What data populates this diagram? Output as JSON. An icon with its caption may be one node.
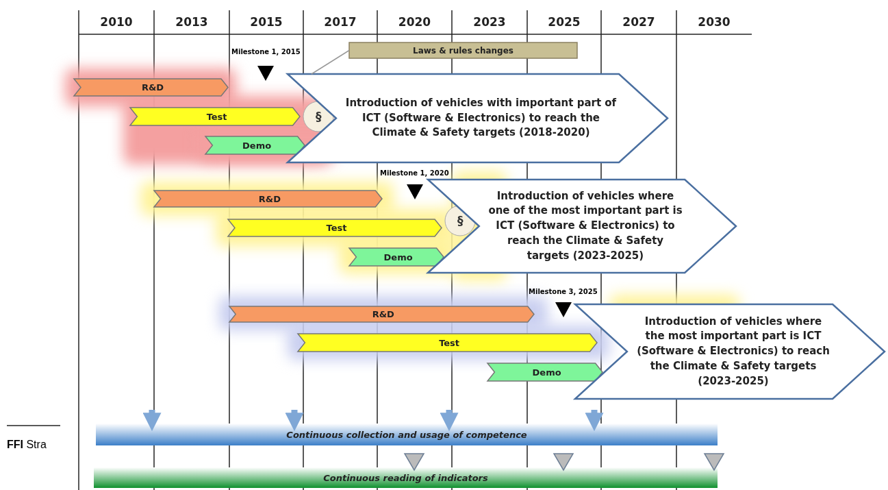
{
  "diagram": {
    "nodes": [
      {
        "text": [
          "R&D"
        ]
      },
      {
        "text": [
          "Test"
        ]
      },
      {
        "text": [
          "Demo"
        ]
      },
      {
        "text": [
          "Introduction of vehicles with important part of ICT (Software & Electronics) to reach the Climate & Safety targets (2018-2020)"
        ]
      },
      {
        "text": [
          "R&D"
        ]
      },
      {
        "text": [
          "Test"
        ]
      },
      {
        "text": [
          "Demo"
        ]
      },
      {
        "text": [
          "Introduction of vehicles where one of the most important part is ICT (Software & Electronics) to reach the Climate & Safety targets (2023-2025)"
        ]
      },
      {
        "text": [
          "R&D"
        ]
      },
      {
        "text": [
          "Test"
        ]
      },
      {
        "text": [
          "Demo"
        ]
      },
      {
        "text": [
          "Introduction of vehicles where the most important part is ICT (Software & Electronics) to reach the Climate & Safety targets (2023-2025)"
        ]
      },
      {
        "text": [
          "Laws & rules changes"
        ]
      },
      {
        "text": [
          "Continuous collection and usage of competence"
        ]
      },
      {
        "text": [
          "Continuous reading of indicators"
        ]
      }
    ],
    "edges": [
      {
        "from": 12,
        "to": 3,
        "arrow": "none"
      },
      {
        "from": null,
        "to": 13,
        "arrow": "to"
      },
      {
        "from": null,
        "to": 13,
        "arrow": "to"
      },
      {
        "from": null,
        "to": 13,
        "arrow": "to"
      },
      {
        "from": null,
        "to": 13,
        "arrow": "to"
      }
    ],
    "labels": [
      "2010",
      "2013",
      "2015",
      "2017",
      "2020",
      "2023",
      "2025",
      "2027",
      "2030",
      "Milestone 1, 2015",
      "§",
      "Milestone 1, 2020",
      "§",
      "Milestone 3, 2025",
      "**FFI** Stra"
    ]
  }
}
